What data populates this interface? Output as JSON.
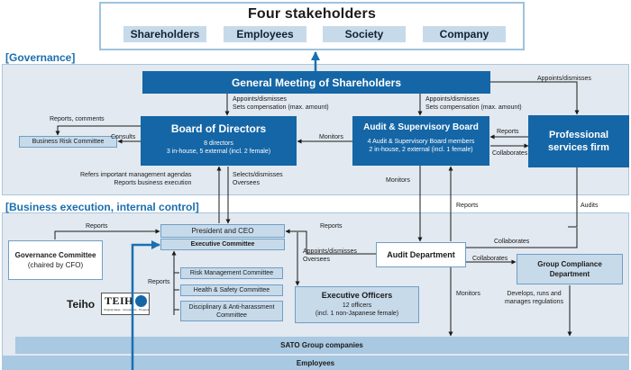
{
  "title": "Four stakeholders",
  "stakeholders": [
    "Shareholders",
    "Employees",
    "Society",
    "Company"
  ],
  "sections": {
    "governance": "[Governance]",
    "business": "[Business execution, internal control]"
  },
  "boxes": {
    "general_meeting": "General Meeting of Shareholders",
    "board": {
      "title": "Board of Directors",
      "line1": "8 directors",
      "line2": "3 in-house, 5 external (incl. 2 female)"
    },
    "audit_board": {
      "title": "Audit & Supervisory Board",
      "line1": "4 Audit & Supervisory Board members",
      "line2": "2 in-house, 2 external (incl. 1 female)"
    },
    "professional": {
      "line1": "Professional",
      "line2": "services firm"
    },
    "business_risk": "Business Risk Committee",
    "president": "President and CEO",
    "executive_committee": "Executive Committee",
    "governance_committee": {
      "line1": "Governance Committee",
      "line2": "(chaired by CFO)"
    },
    "risk_mgmt": "Risk Management Committee",
    "health_safety": "Health & Safety Committee",
    "disciplinary": {
      "line1": "Disciplinary & Anti-harassment",
      "line2": "Committee"
    },
    "executive_officers": {
      "title": "Executive Officers",
      "line1": "12 officers",
      "line2": "(incl. 1 non-Japanese female)"
    },
    "audit_department": "Audit Department",
    "group_compliance": {
      "line1": "Group Compliance",
      "line2": "Department"
    },
    "sato_group": "SATO Group companies",
    "employees_bar": "Employees",
    "teiho": "Teiho"
  },
  "labels": {
    "gm_board": {
      "line1": "Appoints/dismisses",
      "line2": "Sets compensation (max. amount)"
    },
    "gm_audit": {
      "line1": "Appoints/dismisses",
      "line2": "Sets compensation (max. amount)"
    },
    "gm_prof": "Appoints/dismisses",
    "reports_comments": "Reports, comments",
    "consults": "Consults",
    "monitors_board": "Monitors",
    "reports_prof": "Reports",
    "collaborates_prof": "Collaborates",
    "refers": {
      "line1": "Refers important management agendas",
      "line2": "Reports business execution"
    },
    "selects": {
      "line1": "Selects/dismisses",
      "line2": "Oversees"
    },
    "monitors_audit": "Monitors",
    "reports_auditdept_audit": "Reports",
    "audits": "Audits",
    "reports_gov": "Reports",
    "reports_auditdept_pres": "Reports",
    "appoints_officers": {
      "line1": "Appoints/dismisses",
      "line2": "Oversees"
    },
    "collaborates_auditdept": "Collaborates",
    "collaborates_compliance": "Collaborates",
    "reports_committees": "Reports",
    "monitors_auditdept": "Monitors",
    "develops": {
      "line1": "Develops, runs and",
      "line2": "manages regulations"
    }
  },
  "logo": {
    "word": "TEIH",
    "tag1": "Original Ideas · Innovations · Proposals"
  },
  "colors": {
    "dark_blue": "#1566a6",
    "light_blue": "#c7daea",
    "panel": "#e2e9f0",
    "frame": "#9dc3de"
  }
}
